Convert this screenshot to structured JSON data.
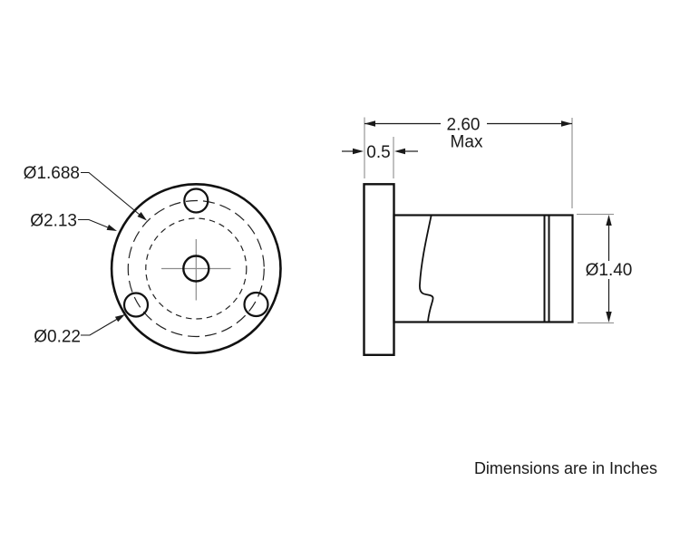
{
  "drawing": {
    "front_view": {
      "bolt_circle_dia_label": "Ø1.688",
      "flange_od_label": "Ø2.13",
      "mount_hole_dia_label": "Ø0.22"
    },
    "side_view": {
      "overall_length_label": "2.60",
      "overall_length_qualifier": "Max",
      "flange_thickness_label": "0.5",
      "body_dia_label": "Ø1.40"
    },
    "footer_note": "Dimensions are in Inches",
    "colors": {
      "outline": "#111111",
      "thin_line": "#222222",
      "centerline": "#8c8c8c",
      "background": "#ffffff"
    }
  }
}
